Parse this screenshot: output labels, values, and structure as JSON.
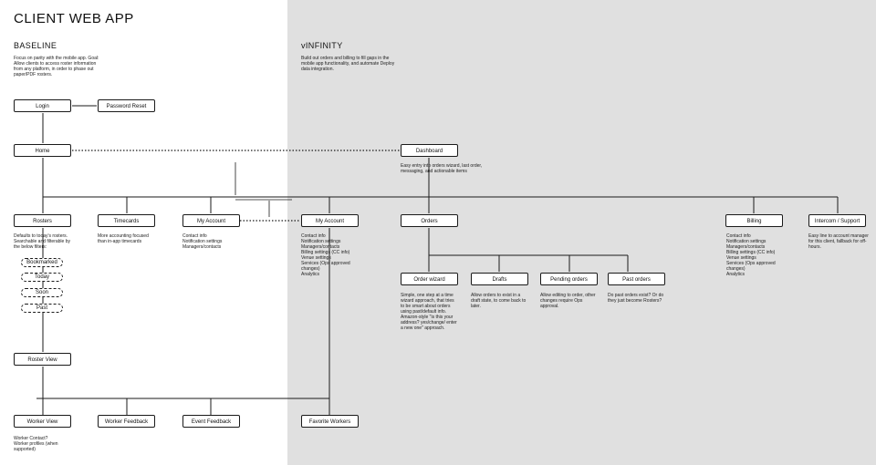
{
  "title": "CLIENT WEB APP",
  "colors": {
    "background": "#ffffff",
    "vinfinity_region": "#e0e0e0",
    "line": "#1a1a1a"
  },
  "baseline": {
    "heading": "BASELINE",
    "description": "Focus on parity with the mobile app. Goal: Allow clients to access roster information from any platform, in order to phase out paper/PDF rosters."
  },
  "vinfinity": {
    "heading": "vINFINITY",
    "description": "Build out orders and billing to fill gaps in the mobile app functionality, and automate Deploy data integration."
  },
  "nodes": {
    "login": "Login",
    "password_reset": "Password Reset",
    "home": "Home",
    "dashboard": "Dashboard",
    "rosters": "Rosters",
    "timecards": "Timecards",
    "my_account_baseline": "My Account",
    "my_account_vinfinity": "My Account",
    "orders": "Orders",
    "billing": "Billing",
    "intercom_support": "Intercom / Support",
    "order_wizard": "Order wizard",
    "drafts": "Drafts",
    "pending_orders": "Pending orders",
    "past_orders": "Past orders",
    "roster_view": "Roster View",
    "worker_view": "Worker View",
    "worker_feedback": "Worker Feedback",
    "event_feedback": "Event Feedback",
    "favorite_workers": "Favorite Workers"
  },
  "filters": [
    "Bookmarked",
    "Today",
    "Soon",
    "Past"
  ],
  "notes": {
    "dashboard": "Easy entry into orders wizard, last order, messaging, and actionable items",
    "rosters": "Defaults to today's rosters. Searchable and filterable by the below filters:",
    "timecards": "More accounting focused than in-app timecards",
    "my_account_baseline": "Contact info\nNotification settings\nManagers/contacts",
    "my_account_vinfinity": "Contact info\nNotification settings\nManagers/contacts\nBilling settings (CC info)\nVenue settings\nServices (Ops approved changes)\nAnalytics",
    "billing": "Contact info\nNotification settings\nManagers/contacts\nBilling settings (CC info)\nVenue settings\nServices (Ops approved changes)\nAnalytics",
    "intercom_support": "Easy line to account manager for this client, fallback for off-hours.",
    "order_wizard": "Simple, one step at a time wizard approach, that tries to be smart about orders using past/default info. Amazon-style \"is this your address? yes/change/ enter a new one\" approach.",
    "drafts": "Allow orders to exist in a draft state, to come back to later.",
    "pending_orders": "Allow editing to order, other changes require Ops approval.",
    "past_orders": "Do past orders exist? Or do they just become Rosters?",
    "worker_view": "Worker Contact?\nWorker profiles (when supported)"
  }
}
